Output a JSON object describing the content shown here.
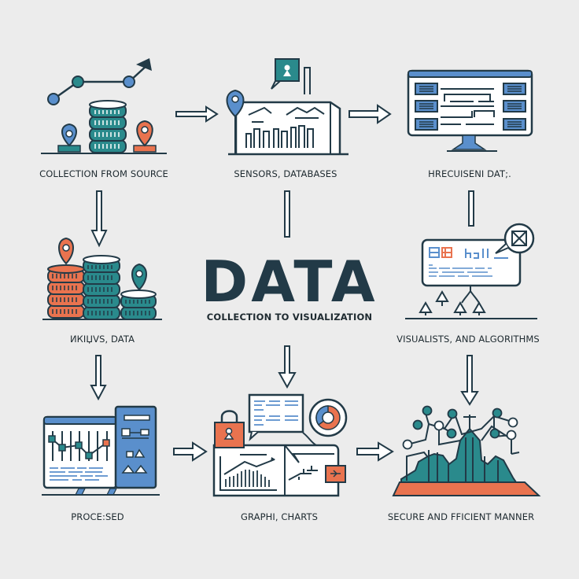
{
  "title": "DATA",
  "subtitle": "COLLECTION TO VISUALIZATION",
  "colors": {
    "background": "#ececec",
    "outline": "#223a47",
    "teal": "#2a8a8c",
    "blue": "#5a8fcc",
    "orange": "#e9734f",
    "white": "#ffffff"
  },
  "nodes": [
    {
      "id": "collection",
      "label": "COLLECTION FROM SOURCE",
      "icon": "database-stack-with-map-pins-and-trend-line"
    },
    {
      "id": "sensors",
      "label": "SENSORS, DATABASES",
      "icon": "sensor-dashboard-panel"
    },
    {
      "id": "precise",
      "label": "HRECUISENI DAT;.",
      "icon": "desktop-monitor"
    },
    {
      "id": "analysis",
      "label": "ИКIЏVS, DATA",
      "icon": "coin-stacks-with-pins"
    },
    {
      "id": "visualists",
      "label": "VISUALISTS, AND ALGORITHMS",
      "icon": "algorithm-signboard"
    },
    {
      "id": "processed",
      "label": "PROCE:SED",
      "icon": "computer-with-chart"
    },
    {
      "id": "graphs",
      "label": "GRAPHI, CHARTS",
      "icon": "charts-dashboard-with-lock"
    },
    {
      "id": "secure",
      "label": "SECURE AND FFICIENT MANNER",
      "icon": "network-mountain-chart"
    }
  ],
  "connections": [
    {
      "from": "collection",
      "to": "sensors",
      "direction": "right"
    },
    {
      "from": "sensors",
      "to": "precise",
      "direction": "right"
    },
    {
      "from": "collection",
      "to": "analysis",
      "direction": "down"
    },
    {
      "from": "sensors",
      "to": "title",
      "direction": "line"
    },
    {
      "from": "precise",
      "to": "visualists",
      "direction": "line"
    },
    {
      "from": "analysis",
      "to": "processed",
      "direction": "down"
    },
    {
      "from": "title",
      "to": "graphs",
      "direction": "down"
    },
    {
      "from": "visualists",
      "to": "secure",
      "direction": "down"
    },
    {
      "from": "processed",
      "to": "graphs",
      "direction": "right"
    },
    {
      "from": "graphs",
      "to": "secure",
      "direction": "right"
    }
  ]
}
